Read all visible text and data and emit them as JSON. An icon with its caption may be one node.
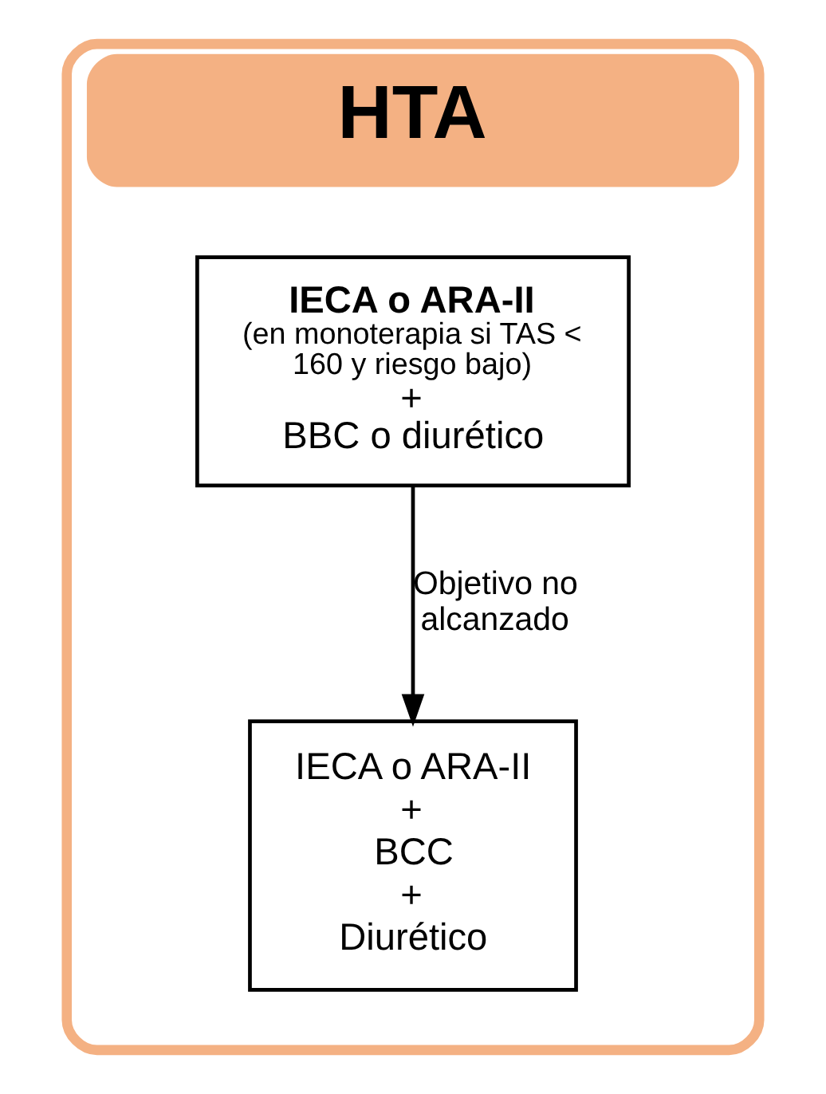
{
  "diagram": {
    "nodes": [
      {
        "text": [
          "HTA"
        ]
      },
      {
        "text": [
          "IECA o ARA-II",
          "(en monoterapia si TAS < 160 y riesgo bajo)",
          "+",
          "BBC o diurético"
        ],
        "in": 0
      },
      {
        "text": [
          "IECA o ARA-II",
          "+",
          "BCC",
          "+",
          "Diurético"
        ],
        "in": 0
      }
    ],
    "edges": [
      {
        "from": 1,
        "to": 2,
        "arrow": "to",
        "label": "Objetivo no alcanzado"
      }
    ]
  }
}
